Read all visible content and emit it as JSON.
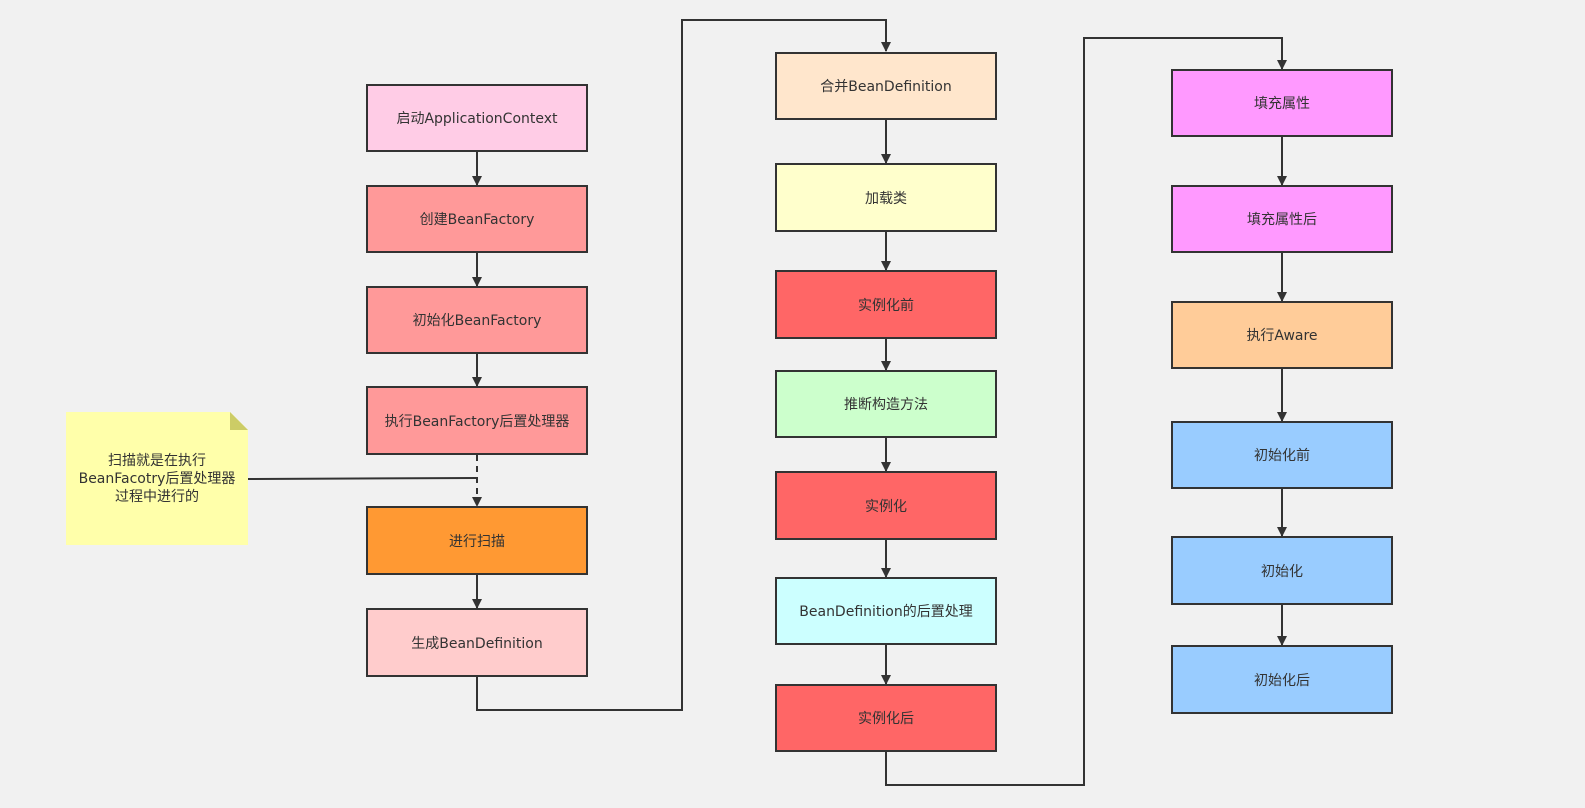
{
  "nodes": {
    "start_context": {
      "label": "启动ApplicationContext",
      "color": "#FFCCE6"
    },
    "create_factory": {
      "label": "创建BeanFactory",
      "color": "#FF9999"
    },
    "init_factory": {
      "label": "初始化BeanFactory",
      "color": "#FF9999"
    },
    "run_postprocessors": {
      "label": "执行BeanFactory后置处理器",
      "color": "#FF9999"
    },
    "scan": {
      "label": "进行扫描",
      "color": "#FF9933"
    },
    "gen_definition": {
      "label": "生成BeanDefinition",
      "color": "#FFCCCC"
    },
    "merge_definition": {
      "label": "合并BeanDefinition",
      "color": "#FFE6CC"
    },
    "load_class": {
      "label": "加载类",
      "color": "#FFFFCC"
    },
    "before_instantiation": {
      "label": "实例化前",
      "color": "#FF6666"
    },
    "infer_constructor": {
      "label": "推断构造方法",
      "color": "#CCFFCC"
    },
    "instantiation": {
      "label": "实例化",
      "color": "#FF6666"
    },
    "definition_postprocess": {
      "label": "BeanDefinition的后置处理",
      "color": "#CCFFFF"
    },
    "after_instantiation": {
      "label": "实例化后",
      "color": "#FF6666"
    },
    "populate": {
      "label": "填充属性",
      "color": "#FF99FF"
    },
    "after_populate": {
      "label": "填充属性后",
      "color": "#FF99FF"
    },
    "aware": {
      "label": "执行Aware",
      "color": "#FFCC99"
    },
    "before_init": {
      "label": "初始化前",
      "color": "#99CCFF"
    },
    "init": {
      "label": "初始化",
      "color": "#99CCFF"
    },
    "after_init": {
      "label": "初始化后",
      "color": "#99CCFF"
    }
  },
  "note": {
    "text": "扫描就是在执行\nBeanFacotry后置处理器\n过程中进行的",
    "color": "#FFFFAA",
    "fold_color": "#CCCC66"
  },
  "edge_color": "#333333"
}
